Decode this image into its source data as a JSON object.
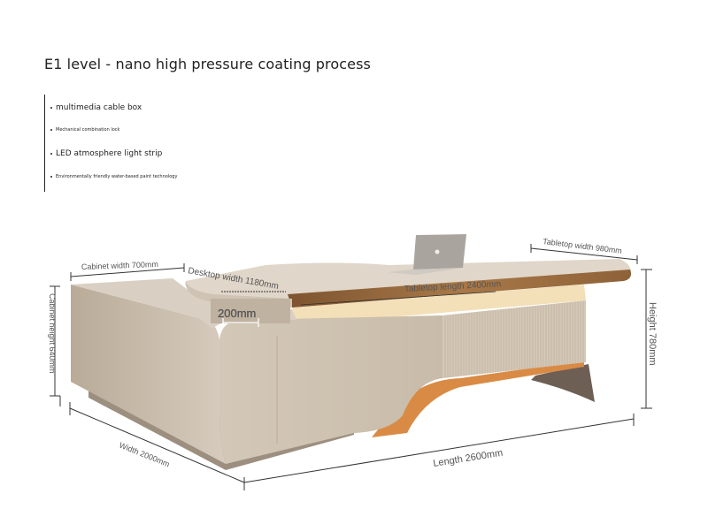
{
  "heading": "E1 level - nano high pressure coating process",
  "features": [
    "multimedia cable box",
    "Mechanical combination lock",
    "LED atmosphere light strip",
    "Environmentally friendly water-based paint technology"
  ],
  "dimensions": {
    "cabinet_width": "Cabinet width 700mm",
    "desktop_width": "Desktop width 1180mm",
    "tabletop_length": "Tabletop length 2400mm",
    "tabletop_width": "Tabletop width 980mm",
    "height": "Height 780mm",
    "cabinet_height": "Cabinet height 640mm",
    "step": "200mm",
    "width": "Width 2000mm",
    "length": "Length 2600mm"
  },
  "colors": {
    "body": "#c9bcab",
    "wood": "#9a6a3c",
    "accent": "#d98b45",
    "light": "#f3dfb8"
  }
}
